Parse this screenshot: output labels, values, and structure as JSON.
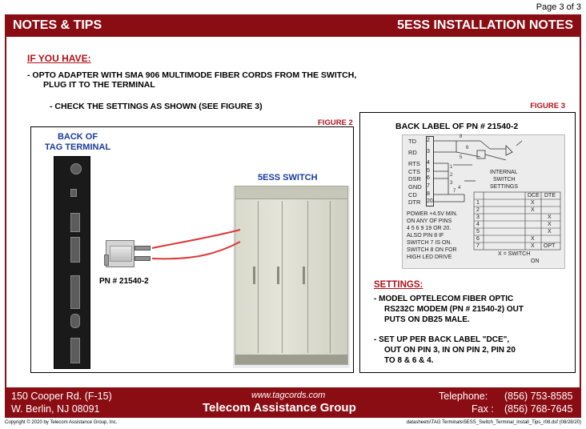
{
  "page": {
    "number": "Page 3 of 3"
  },
  "header": {
    "left_title": "NOTES & TIPS",
    "right_title": "5ESS INSTALLATION NOTES"
  },
  "intro": {
    "heading": "IF YOU HAVE:",
    "line1": "- OPTO ADAPTER WITH SMA 906 MULTIMODE FIBER CORDS FROM THE SWITCH,",
    "line1b": "PLUG IT TO THE TERMINAL",
    "line2": "- CHECK THE SETTINGS AS SHOWN (SEE FIGURE 3)"
  },
  "figure2": {
    "label": "FIGURE 2",
    "back_of": "BACK OF",
    "tag_terminal": "TAG TERMINAL",
    "switch_label": "5ESS SWITCH",
    "pn_label": "PN # 21540-2"
  },
  "figure3": {
    "label": "FIGURE 3",
    "title": "BACK LABEL OF PN # 21540-2",
    "pins": [
      {
        "name": "TD",
        "num": "2"
      },
      {
        "name": "RD",
        "num": "3"
      },
      {
        "name": "RTS",
        "num": "4"
      },
      {
        "name": "CTS",
        "num": "5"
      },
      {
        "name": "DSR",
        "num": "6"
      },
      {
        "name": "GND",
        "num": "7"
      },
      {
        "name": "CD",
        "num": "8"
      },
      {
        "name": "DTR",
        "num": "20"
      }
    ],
    "internal": "INTERNAL",
    "switch_word": "SWITCH",
    "settings_word": "SETTINGS",
    "dce": "DCE",
    "dte": "DTE",
    "switch_rows": [
      {
        "n": "1",
        "dce": "X",
        "dte": ""
      },
      {
        "n": "2",
        "dce": "X",
        "dte": ""
      },
      {
        "n": "3",
        "dce": "",
        "dte": "X"
      },
      {
        "n": "4",
        "dce": "",
        "dte": "X"
      },
      {
        "n": "5",
        "dce": "",
        "dte": "X"
      },
      {
        "n": "6",
        "dce": "X",
        "dte": ""
      },
      {
        "n": "7",
        "dce": "X",
        "dte": "OPT"
      }
    ],
    "notes": [
      "POWER +4.5V MIN.",
      "ON ANY OF PINS",
      "4 5 6 9 19 OR 20.",
      "ALSO PIN 8 IF",
      "SWITCH 7 IS ON.",
      "SWITCH 8 ON FOR",
      "HIGH LED DRIVE"
    ],
    "legend_line1": "X = SWITCH",
    "legend_line2": "ON"
  },
  "settings": {
    "heading": "SETTINGS:",
    "item1": [
      "-  MODEL OPTELECOM FIBER OPTIC",
      "RS232C MODEM (PN # 21540-2) OUT",
      "PUTS ON DB25 MALE."
    ],
    "item2": [
      "-  SET UP PER BACK LABEL \"DCE\",",
      "OUT ON PIN 3, IN ON PIN 2, PIN 20",
      "TO 8 & 6 & 4."
    ]
  },
  "footer": {
    "address1": "150 Cooper Rd. (F-15)",
    "address2": "W. Berlin, NJ  08091",
    "website": "www.tagcords.com",
    "company": "Telecom  Assistance Group",
    "telephone_label": "Telephone:",
    "fax_label": "Fax :",
    "telephone": "(856) 753-8585",
    "fax": "(856) 768-7645"
  },
  "bottom": {
    "copyright": "Copyright © 2020 by Telecom Assistance Group, Inc.",
    "filepath": "datasheets\\TAG Terminals\\5ESS_Switch_Terminal_Install_Tips_r08.dsf (08/28/20)"
  },
  "colors": {
    "brand": "#8b0d14",
    "accent_red": "#b0121a",
    "label_blue": "#1a3a9c",
    "fiber": "#d93a3a"
  }
}
